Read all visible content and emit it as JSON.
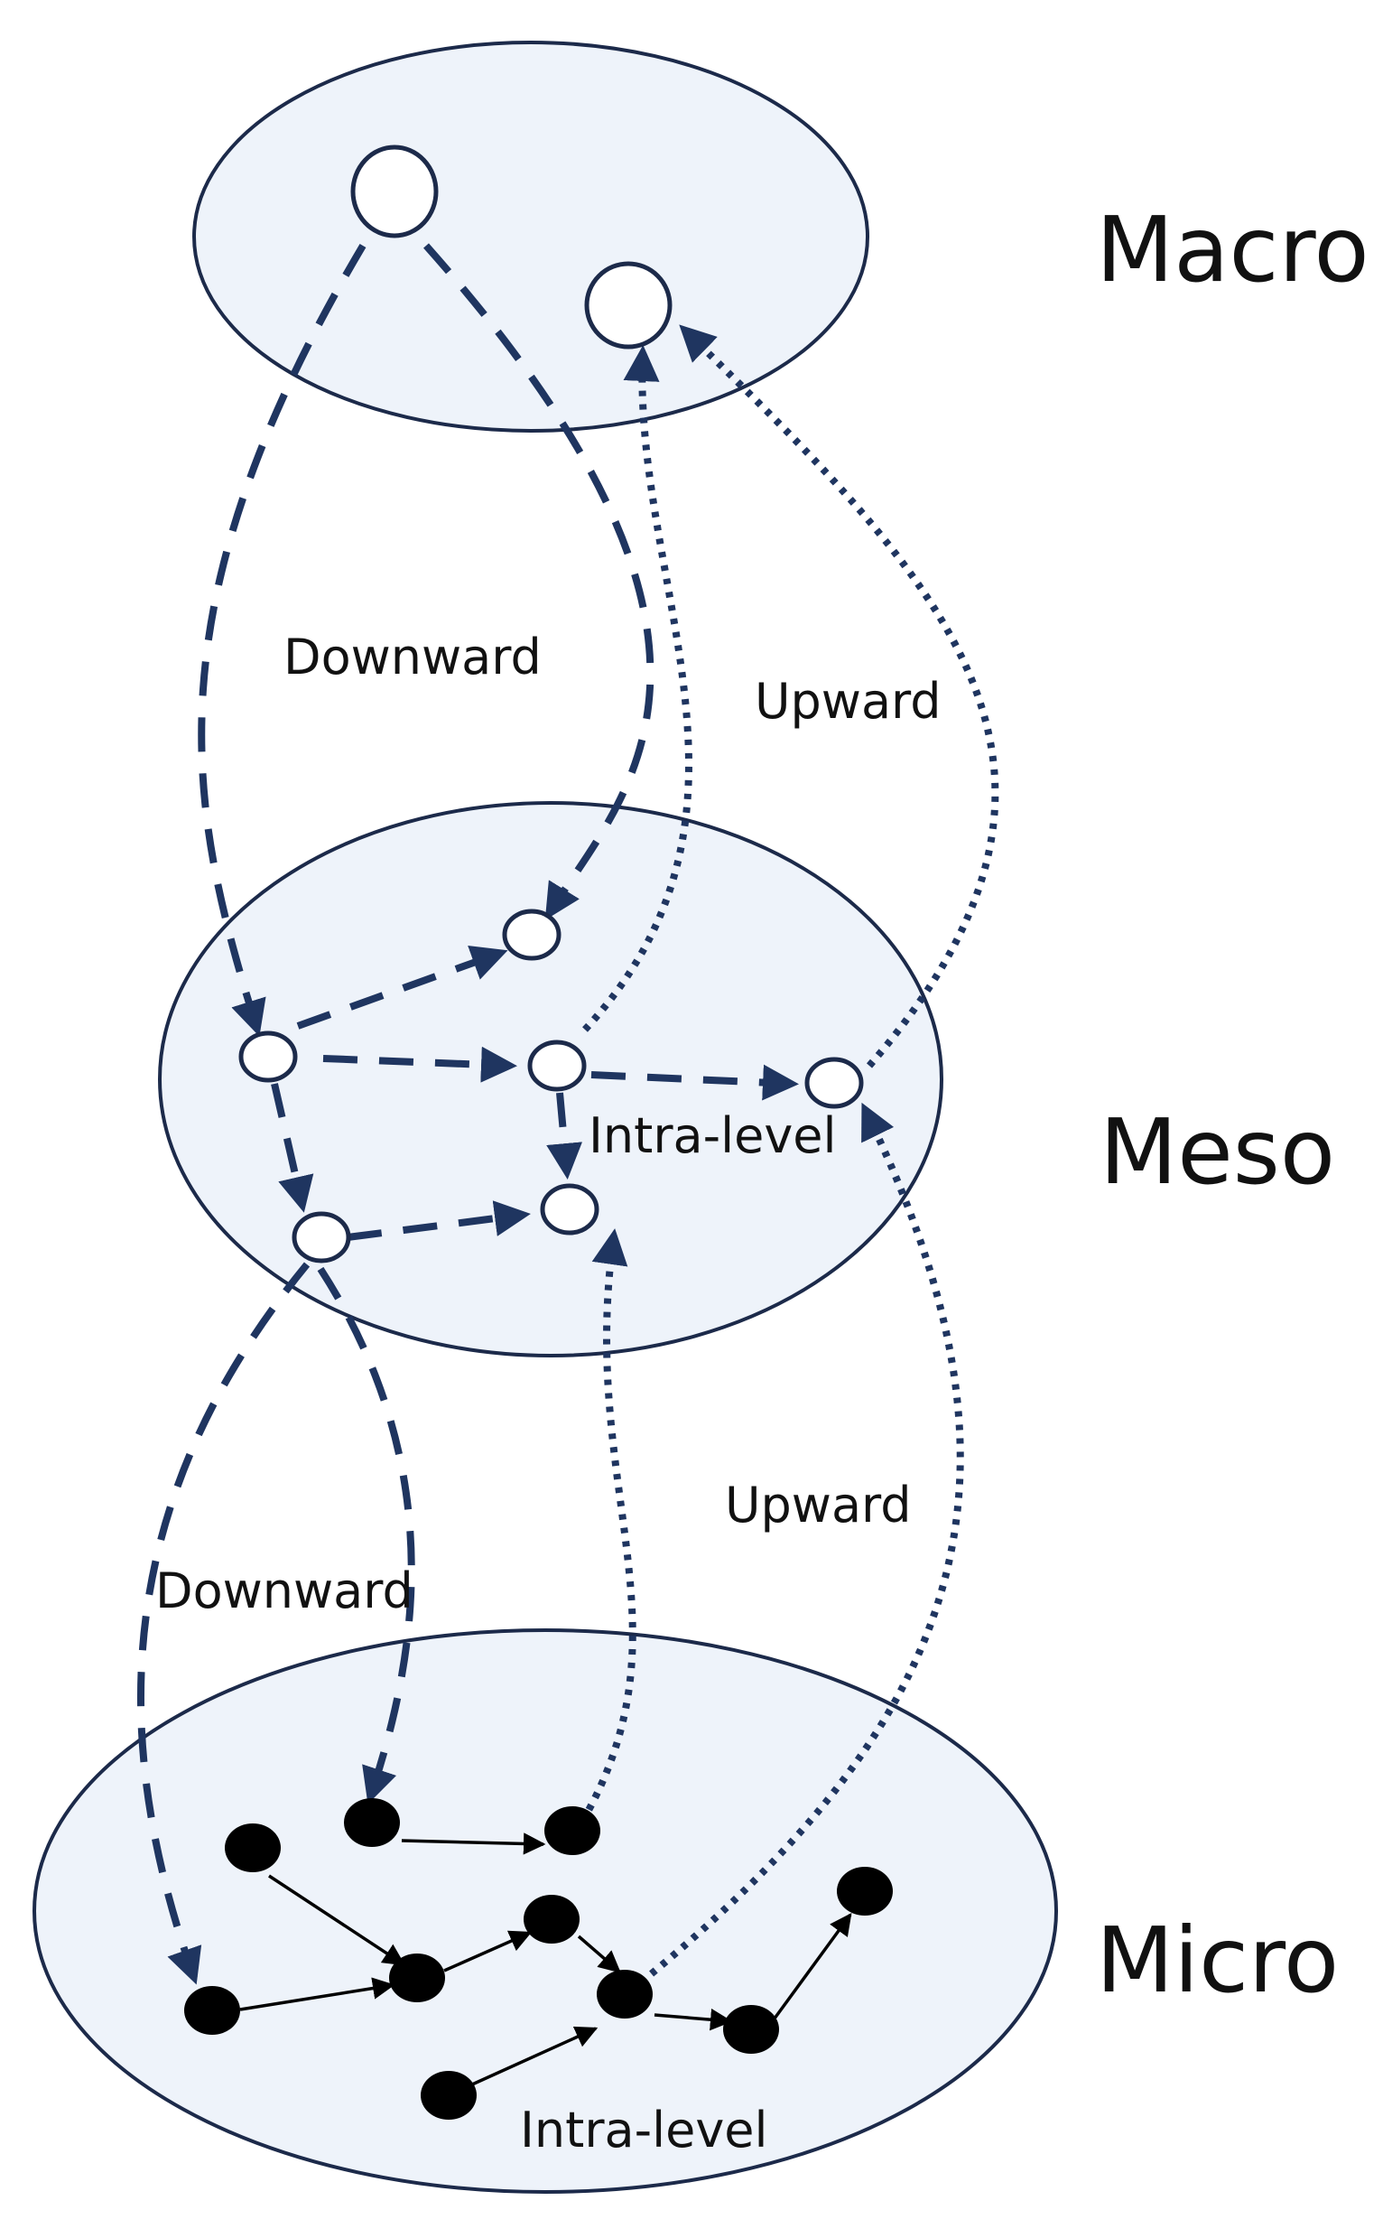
{
  "levels": {
    "macro": "Macro",
    "meso": "Meso",
    "micro": "Micro"
  },
  "edge_labels": {
    "downward_top": "Downward",
    "upward_top": "Upward",
    "intra_meso": "Intra-level",
    "upward_bottom": "Upward",
    "downward_bottom": "Downward",
    "intra_micro": "Intra-level"
  },
  "colors": {
    "region_fill": "#eef3fa",
    "region_stroke": "#1c2a4a",
    "edge": "#1f3560",
    "micro_node": "#000000"
  }
}
